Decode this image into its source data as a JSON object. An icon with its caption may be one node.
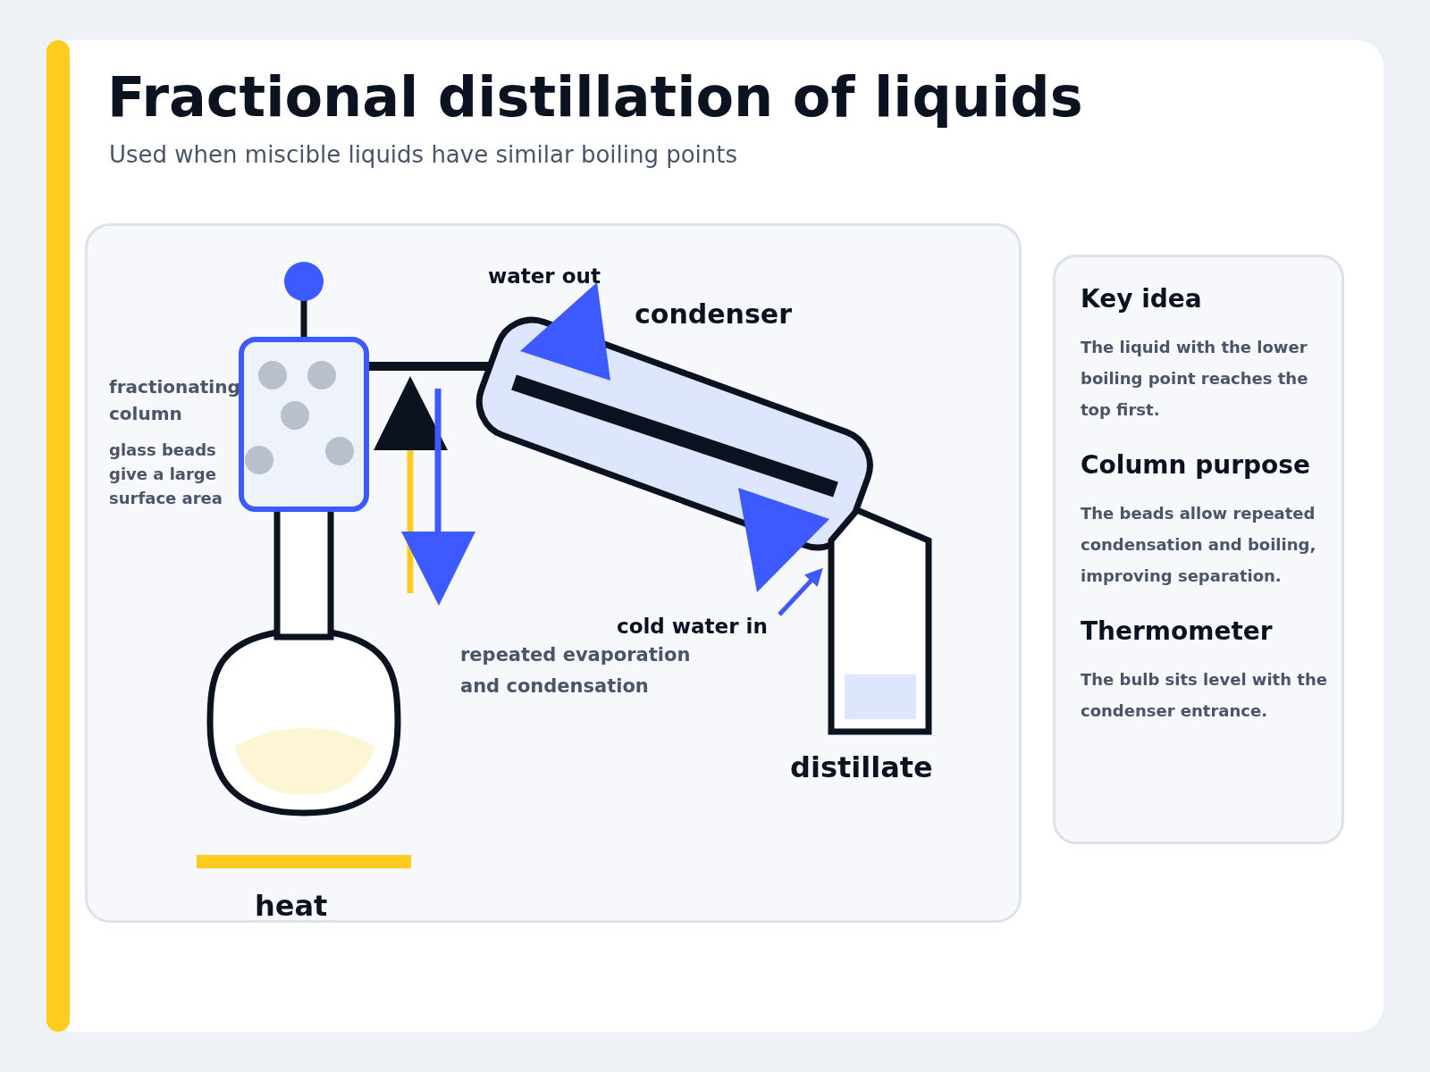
{
  "diagram": {
    "title": "Fractional distillation of liquids",
    "nodes": [
      {
        "text": [
          "Key idea",
          "The liquid with the lower boiling point reaches the top first.",
          "Column purpose",
          "The beads allow repeated condensation and boiling, improving separation.",
          "Thermometer",
          "The bulb sits level with the condenser entrance."
        ]
      }
    ],
    "labels": [
      "Used when miscible liquids have similar boiling points",
      "water out",
      "condenser",
      "fractionating column",
      "glass beads give a large surface area",
      "cold water in",
      "repeated evaporation and condensation",
      "distillate",
      "heat"
    ]
  }
}
